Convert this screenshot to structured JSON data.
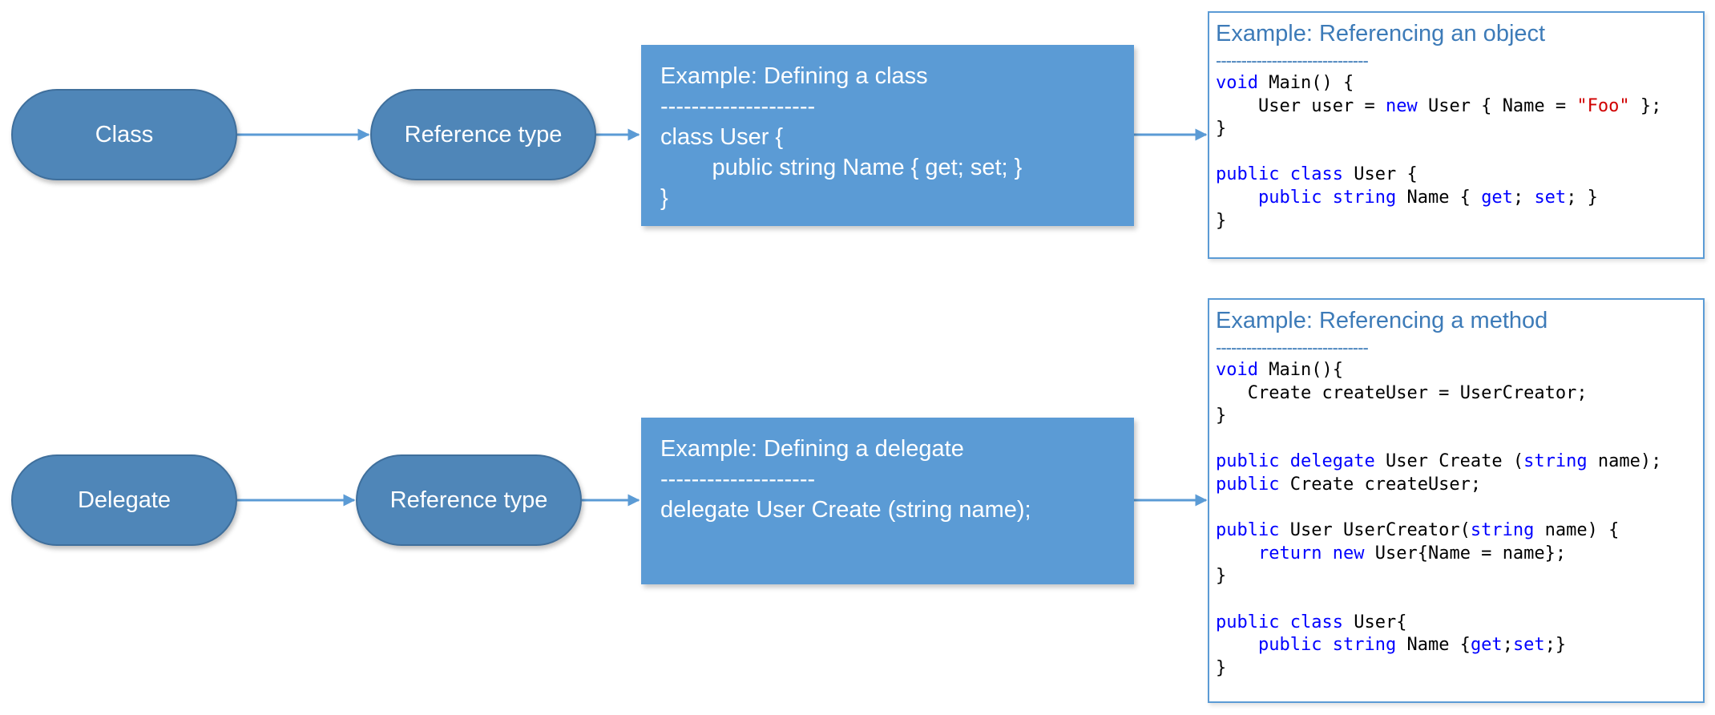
{
  "colors": {
    "pill_fill": "#4f86b8",
    "box_fill": "#5b9bd5",
    "arrow": "#5b9bd5",
    "code_keyword": "#0000ff",
    "code_string": "#d00000",
    "code_title": "#3d7bb8"
  },
  "row1": {
    "concept": "Class",
    "type": "Reference type",
    "definition": {
      "title": "Example: Defining a class",
      "dashes": "--------------------",
      "lines": [
        "class User {",
        "        public string Name { get; set; }",
        "}"
      ]
    },
    "usage": {
      "title": "Example: Referencing an object",
      "dashes": "------------------------------",
      "code": [
        "void Main() {",
        "    User user = new User { Name = \"Foo\" };",
        "}",
        "",
        "public class User {",
        "    public string Name { get; set; }",
        "}"
      ]
    }
  },
  "row2": {
    "concept": "Delegate",
    "type": "Reference type",
    "definition": {
      "title": "Example: Defining a delegate",
      "dashes": "--------------------",
      "lines": [
        "delegate User Create (string name);"
      ]
    },
    "usage": {
      "title": "Example: Referencing a method",
      "dashes": "------------------------------",
      "code": [
        "void Main(){",
        "   Create createUser = UserCreator;",
        "}",
        "",
        "public delegate User Create (string name);",
        "public Create createUser;",
        "",
        "public User UserCreator(string name) {",
        "    return new User{Name = name};",
        "}",
        "",
        "public class User{",
        "    public string Name {get;set;}",
        "}"
      ]
    }
  },
  "keywords": [
    "void",
    "new",
    "public",
    "class",
    "string",
    "get",
    "set",
    "delegate",
    "return"
  ]
}
